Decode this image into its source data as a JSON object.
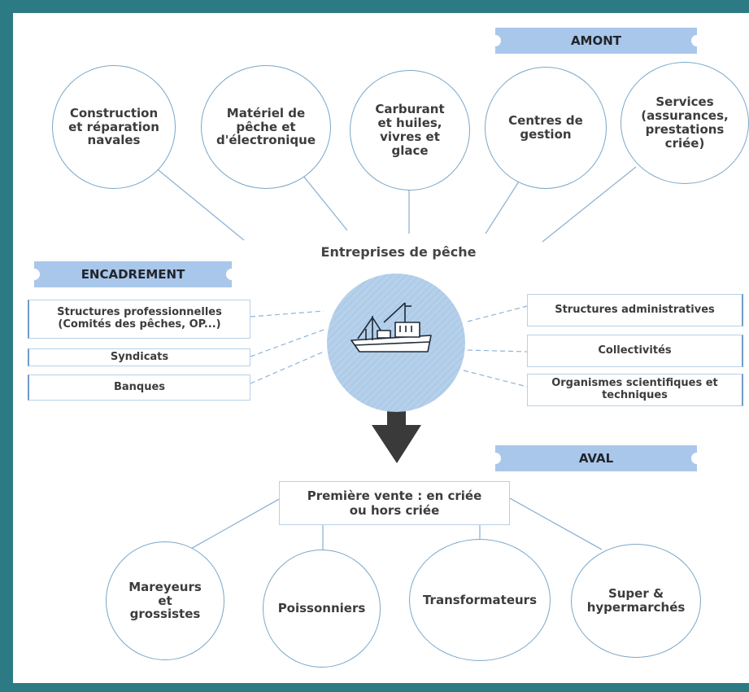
{
  "amont_label": "AMONT",
  "encadrement_label": "ENCADREMENT",
  "aval_label": "AVAL",
  "center_title": "Entreprises de pêche",
  "upstream": [
    {
      "line1": "Construction",
      "line2": "et réparation",
      "line3": "navales",
      "line4": ""
    },
    {
      "line1": "Matériel de",
      "line2": "pêche et",
      "line3": "d'électronique",
      "line4": ""
    },
    {
      "line1": "Carburant",
      "line2": "et huiles,",
      "line3": "vivres et",
      "line4": "glace"
    },
    {
      "line1": "Centres de",
      "line2": "gestion",
      "line3": "",
      "line4": ""
    },
    {
      "line1": "Services",
      "line2": "(assurances,",
      "line3": "prestations",
      "line4": "criée)"
    }
  ],
  "left_boxes": [
    {
      "line1": "Structures professionnelles",
      "line2": "(Comités des pêches, OP...)"
    },
    {
      "line1": "Syndicats",
      "line2": ""
    },
    {
      "line1": "Banques",
      "line2": ""
    }
  ],
  "right_boxes": [
    {
      "line1": "Structures administratives",
      "line2": ""
    },
    {
      "line1": "Collectivités",
      "line2": ""
    },
    {
      "line1": "Organismes scientifiques et",
      "line2": "techniques"
    }
  ],
  "first_sale": {
    "line1": "Première vente : en criée",
    "line2": "ou hors criée"
  },
  "downstream": [
    {
      "line1": "Mareyeurs",
      "line2": "et",
      "line3": "grossistes"
    },
    {
      "line1": "Poissonniers",
      "line2": "",
      "line3": ""
    },
    {
      "line1": "Transformateurs",
      "line2": "",
      "line3": ""
    },
    {
      "line1": "Super &",
      "line2": "hypermarchés",
      "line3": ""
    }
  ],
  "colors": {
    "frame": "#2c7a84",
    "banner": "#a9c7eb",
    "center_circle": "#b7d1eb",
    "arrow": "#3a3a3a",
    "lines": "#8fb4d6"
  }
}
